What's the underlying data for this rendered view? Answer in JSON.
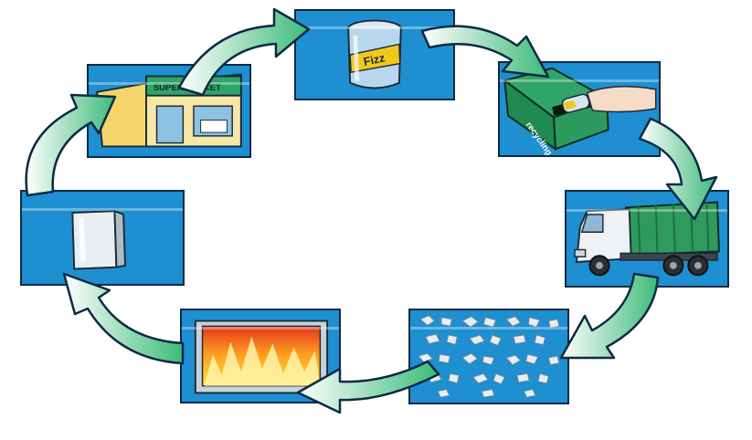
{
  "diagram": {
    "steps": [
      {
        "id": "drink-can",
        "icon": "drink-can-icon",
        "label": "Fizz"
      },
      {
        "id": "recycling-bin",
        "icon": "recycling-bin-icon",
        "label": "recycling"
      },
      {
        "id": "collection-truck",
        "icon": "garbage-truck-icon"
      },
      {
        "id": "shredded-metal",
        "icon": "shredded-metal-icon"
      },
      {
        "id": "furnace",
        "icon": "furnace-fire-icon"
      },
      {
        "id": "aluminium-block",
        "icon": "aluminium-block-icon"
      },
      {
        "id": "supermarket",
        "icon": "supermarket-icon",
        "label": "SUPERMARKET"
      }
    ],
    "colors": {
      "panel": "#1e8fd0",
      "panel_border": "#0d2a45",
      "arrow": "#3dbb7a",
      "arrow_light": "#ffffff"
    }
  }
}
